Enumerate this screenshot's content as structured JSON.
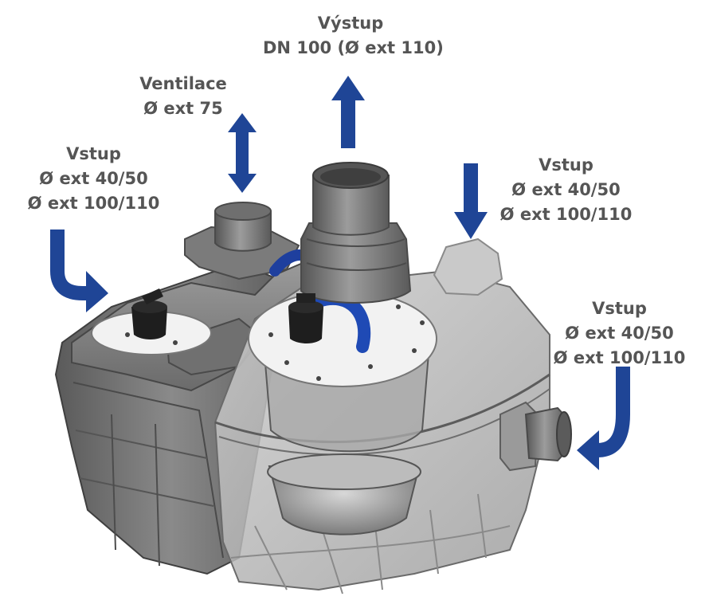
{
  "labels": {
    "outlet": {
      "line1": "Výstup",
      "line2": "DN 100 (Ø ext 110)"
    },
    "vent": {
      "line1": "Ventilace",
      "line2": "Ø ext 75"
    },
    "inlet_left": {
      "line1": "Vstup",
      "line2": "Ø ext 40/50",
      "line3": "Ø ext 100/110"
    },
    "inlet_right_top": {
      "line1": "Vstup",
      "line2": "Ø ext 40/50",
      "line3": "Ø ext 100/110"
    },
    "inlet_right_side": {
      "line1": "Vstup",
      "line2": "Ø ext 40/50",
      "line3": "Ø ext 100/110"
    }
  },
  "colors": {
    "arrow": "#1f4596",
    "label_text": "#555555",
    "tank_gray": "#6e6e6e",
    "tank_translucent": "#b9b9b9",
    "plate": "#f2f2f2"
  },
  "icons": {
    "outlet_arrow": "arrow-up-icon",
    "vent_arrow": "arrow-up-down-icon",
    "inlet_left_arrow": "curved-arrow-right-icon",
    "inlet_right_top_arrow": "arrow-down-icon",
    "inlet_right_side_arrow": "curved-arrow-left-icon"
  }
}
